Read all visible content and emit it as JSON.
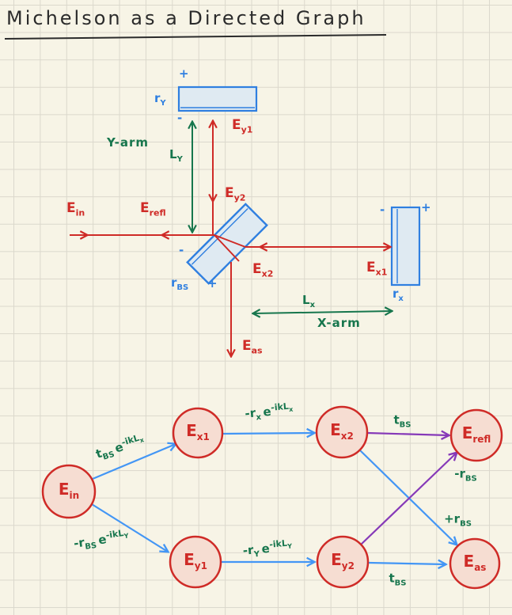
{
  "title": "Michelson as a Directed Graph",
  "palette": {
    "background": "#f7f4e6",
    "grid": "#dbd8cc",
    "ink": "#2b2b2b",
    "red": "#cf2b27",
    "blue": "#2f7fe0",
    "green": "#17764d",
    "edge_blue": "#4396f5",
    "edge_purple": "#8639b8",
    "mirror_fill": "#dfeaf2",
    "node_fill": "#f6ddd2"
  },
  "schematic": {
    "signs": {
      "plus": "+",
      "minus": "-"
    },
    "labels": {
      "e_in": {
        "b": "E",
        "s": "in"
      },
      "e_refl": {
        "b": "E",
        "s": "refl"
      },
      "e_y1": {
        "b": "E",
        "s": "y1"
      },
      "e_y2": {
        "b": "E",
        "s": "y2"
      },
      "e_x1": {
        "b": "E",
        "s": "x1"
      },
      "e_x2": {
        "b": "E",
        "s": "x2"
      },
      "e_as": {
        "b": "E",
        "s": "as"
      },
      "r_y": {
        "b": "r",
        "s": "Y"
      },
      "r_x": {
        "b": "r",
        "s": "x"
      },
      "r_bs": {
        "b": "r",
        "s": "BS"
      },
      "l_y": {
        "b": "L",
        "s": "Y"
      },
      "l_x": {
        "b": "L",
        "s": "x"
      },
      "y_arm": "Y-arm",
      "x_arm": "X-arm"
    }
  },
  "graph": {
    "nodes": [
      {
        "id": "E_in",
        "b": "E",
        "s": "in"
      },
      {
        "id": "E_x1",
        "b": "E",
        "s": "x1"
      },
      {
        "id": "E_y1",
        "b": "E",
        "s": "y1"
      },
      {
        "id": "E_x2",
        "b": "E",
        "s": "x2"
      },
      {
        "id": "E_y2",
        "b": "E",
        "s": "y2"
      },
      {
        "id": "E_refl",
        "b": "E",
        "s": "refl"
      },
      {
        "id": "E_as",
        "b": "E",
        "s": "as"
      }
    ],
    "edges": [
      {
        "from": "E_in",
        "to": "E_x1",
        "gain": "t_BS e^(-ikL_x)",
        "color": "blue"
      },
      {
        "from": "E_in",
        "to": "E_y1",
        "gain": "-r_BS e^(-ikL_Y)",
        "color": "blue"
      },
      {
        "from": "E_x1",
        "to": "E_x2",
        "gain": "-r_x e^(-ikL_x)",
        "color": "blue"
      },
      {
        "from": "E_y1",
        "to": "E_y2",
        "gain": "-r_Y e^(-ikL_Y)",
        "color": "blue"
      },
      {
        "from": "E_x2",
        "to": "E_refl",
        "gain": "t_BS",
        "color": "purple"
      },
      {
        "from": "E_x2",
        "to": "E_as",
        "gain": "+r_BS",
        "color": "blue"
      },
      {
        "from": "E_y2",
        "to": "E_refl",
        "gain": "-r_BS",
        "color": "purple"
      },
      {
        "from": "E_y2",
        "to": "E_as",
        "gain": "t_BS",
        "color": "blue"
      }
    ],
    "edge_labels": {
      "in_x1": {
        "b1": "t",
        "s1": "BS",
        "b2": "e",
        "sup": "-ikL",
        "sups": "x"
      },
      "in_y1": {
        "b1": "-r",
        "s1": "BS",
        "b2": "e",
        "sup": "-ikL",
        "sups": "Y"
      },
      "x1_x2": {
        "b1": "-r",
        "s1": "x",
        "b2": "e",
        "sup": "-ikL",
        "sups": "x"
      },
      "y1_y2": {
        "b1": "-r",
        "s1": "Y",
        "b2": "e",
        "sup": "-ikL",
        "sups": "Y"
      },
      "x2_refl": {
        "b1": "t",
        "s1": "BS"
      },
      "y2_refl": {
        "b1": "-r",
        "s1": "BS"
      },
      "x2_as": {
        "b1": "+r",
        "s1": "BS"
      },
      "y2_as": {
        "b1": "t",
        "s1": "BS"
      }
    }
  }
}
